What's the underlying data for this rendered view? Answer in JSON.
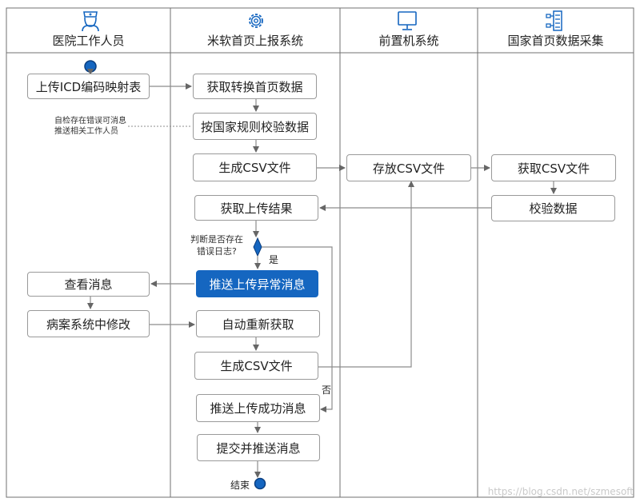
{
  "colors": {
    "accent": "#1566c0",
    "line": "#8c8c8c",
    "border": "#9a9a9a",
    "lane_border": "#707070"
  },
  "lanes": [
    {
      "title": "医院工作人员",
      "icon": "nurse-icon"
    },
    {
      "title": "米软首页上报系统",
      "icon": "gear-icon"
    },
    {
      "title": "前置机系统",
      "icon": "monitor-icon"
    },
    {
      "title": "国家首页数据采集",
      "icon": "network-icon"
    }
  ],
  "nodes": {
    "upload_icd": "上传ICD编码映射表",
    "fetch_convert": "获取转换首页数据",
    "validate_national": "按国家规则校验数据",
    "gen_csv_1": "生成CSV文件",
    "store_csv": "存放CSV文件",
    "fetch_csv": "获取CSV文件",
    "fetch_result": "获取上传结果",
    "validate_data": "校验数据",
    "view_message": "查看消息",
    "push_error": "推送上传异常消息",
    "fix_in_case": "病案系统中修改",
    "auto_refetch": "自动重新获取",
    "gen_csv_2": "生成CSV文件",
    "push_success": "推送上传成功消息",
    "submit_push": "提交并推送消息"
  },
  "notes": {
    "self_check_line1": "自检存在错误可消息",
    "self_check_line2": "推送相关工作人员",
    "decision_line1": "判断是否存在",
    "decision_line2": "错误日志?",
    "yes": "是",
    "no": "否",
    "end": "结束"
  },
  "watermark": "https://blog.csdn.net/szmesoft"
}
